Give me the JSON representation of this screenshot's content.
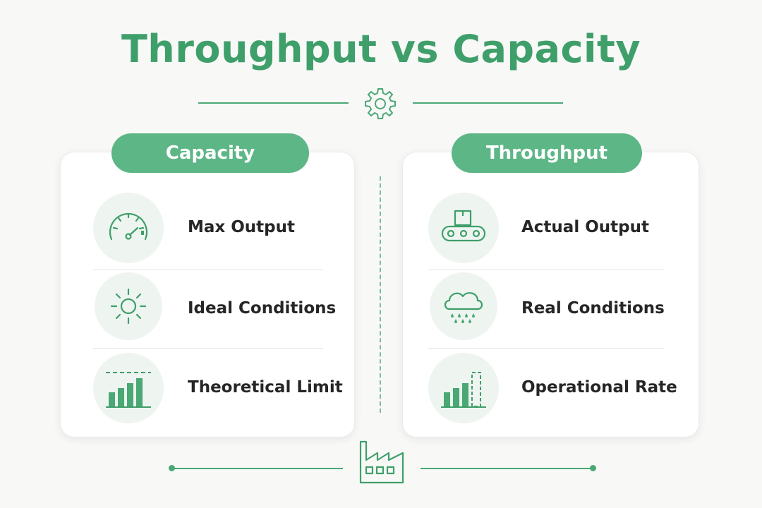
{
  "title": "Throughput vs Capacity",
  "colors": {
    "accent": "#3f9f6a",
    "pill": "#5db686",
    "icon_bg": "#eef5f0"
  },
  "capacity": {
    "header": "Capacity",
    "items": [
      {
        "label": "Max Output",
        "icon": "speedometer-icon"
      },
      {
        "label": "Ideal Conditions",
        "icon": "sun-icon"
      },
      {
        "label": "Theoretical Limit",
        "icon": "bar-chart-limit-icon"
      }
    ]
  },
  "throughput": {
    "header": "Throughput",
    "items": [
      {
        "label": "Actual Output",
        "icon": "conveyor-belt-icon"
      },
      {
        "label": "Real Conditions",
        "icon": "rain-cloud-icon"
      },
      {
        "label": "Operational Rate",
        "icon": "bar-chart-rate-icon"
      }
    ]
  }
}
